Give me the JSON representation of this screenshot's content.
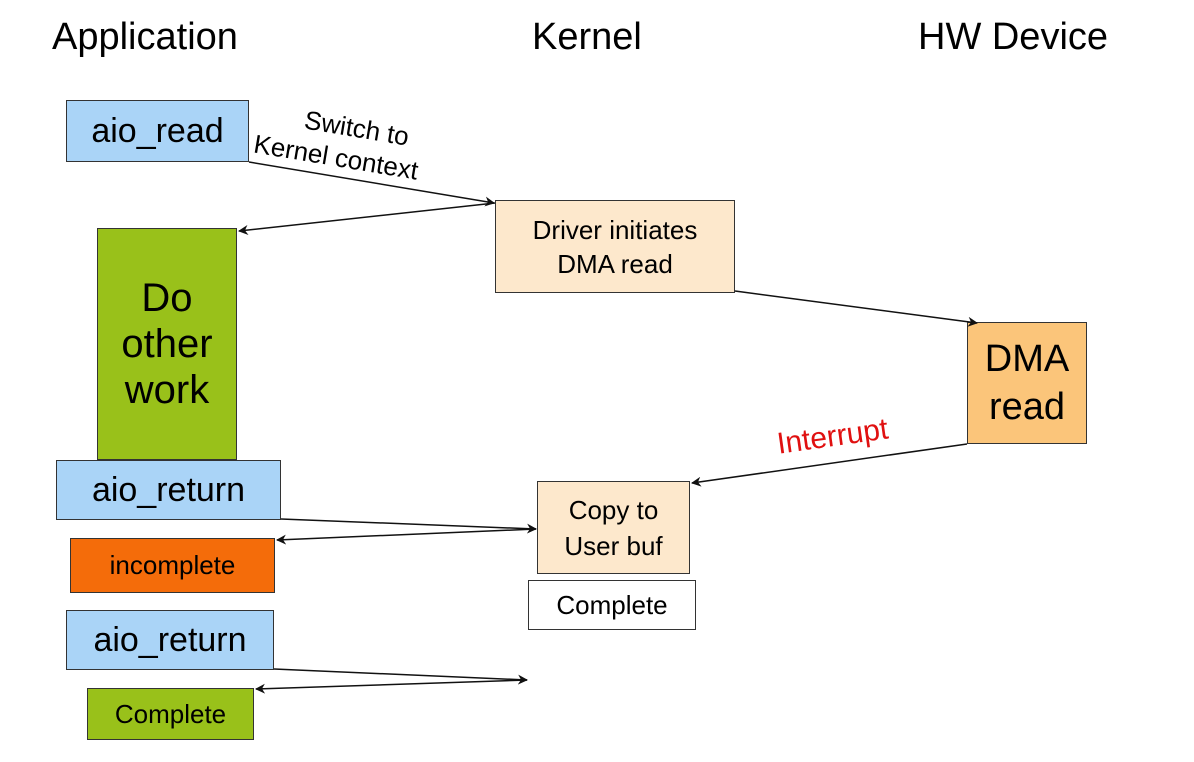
{
  "columns": {
    "application": "Application",
    "kernel": "Kernel",
    "hw_device": "HW Device"
  },
  "app": {
    "aio_read": "aio_read",
    "do_other_work": [
      "Do",
      "other",
      "work"
    ],
    "aio_return_1": "aio_return",
    "incomplete": "incomplete",
    "aio_return_2": "aio_return",
    "complete": "Complete"
  },
  "kernel": {
    "driver": [
      "Driver initiates",
      "DMA read"
    ],
    "copy": [
      "Copy to",
      "User buf"
    ],
    "complete": "Complete"
  },
  "device": {
    "dma": [
      "DMA",
      "read"
    ]
  },
  "labels": {
    "switch": [
      "Switch to",
      "Kernel context"
    ],
    "interrupt": "Interrupt"
  },
  "colors": {
    "app_call": "#aad4f7",
    "kernel_box": "#fde8cc",
    "other_work": "#99c11a",
    "dma_box": "#fbc57a",
    "incomplete": "#f46c0a",
    "interrupt_text": "#e01010"
  }
}
